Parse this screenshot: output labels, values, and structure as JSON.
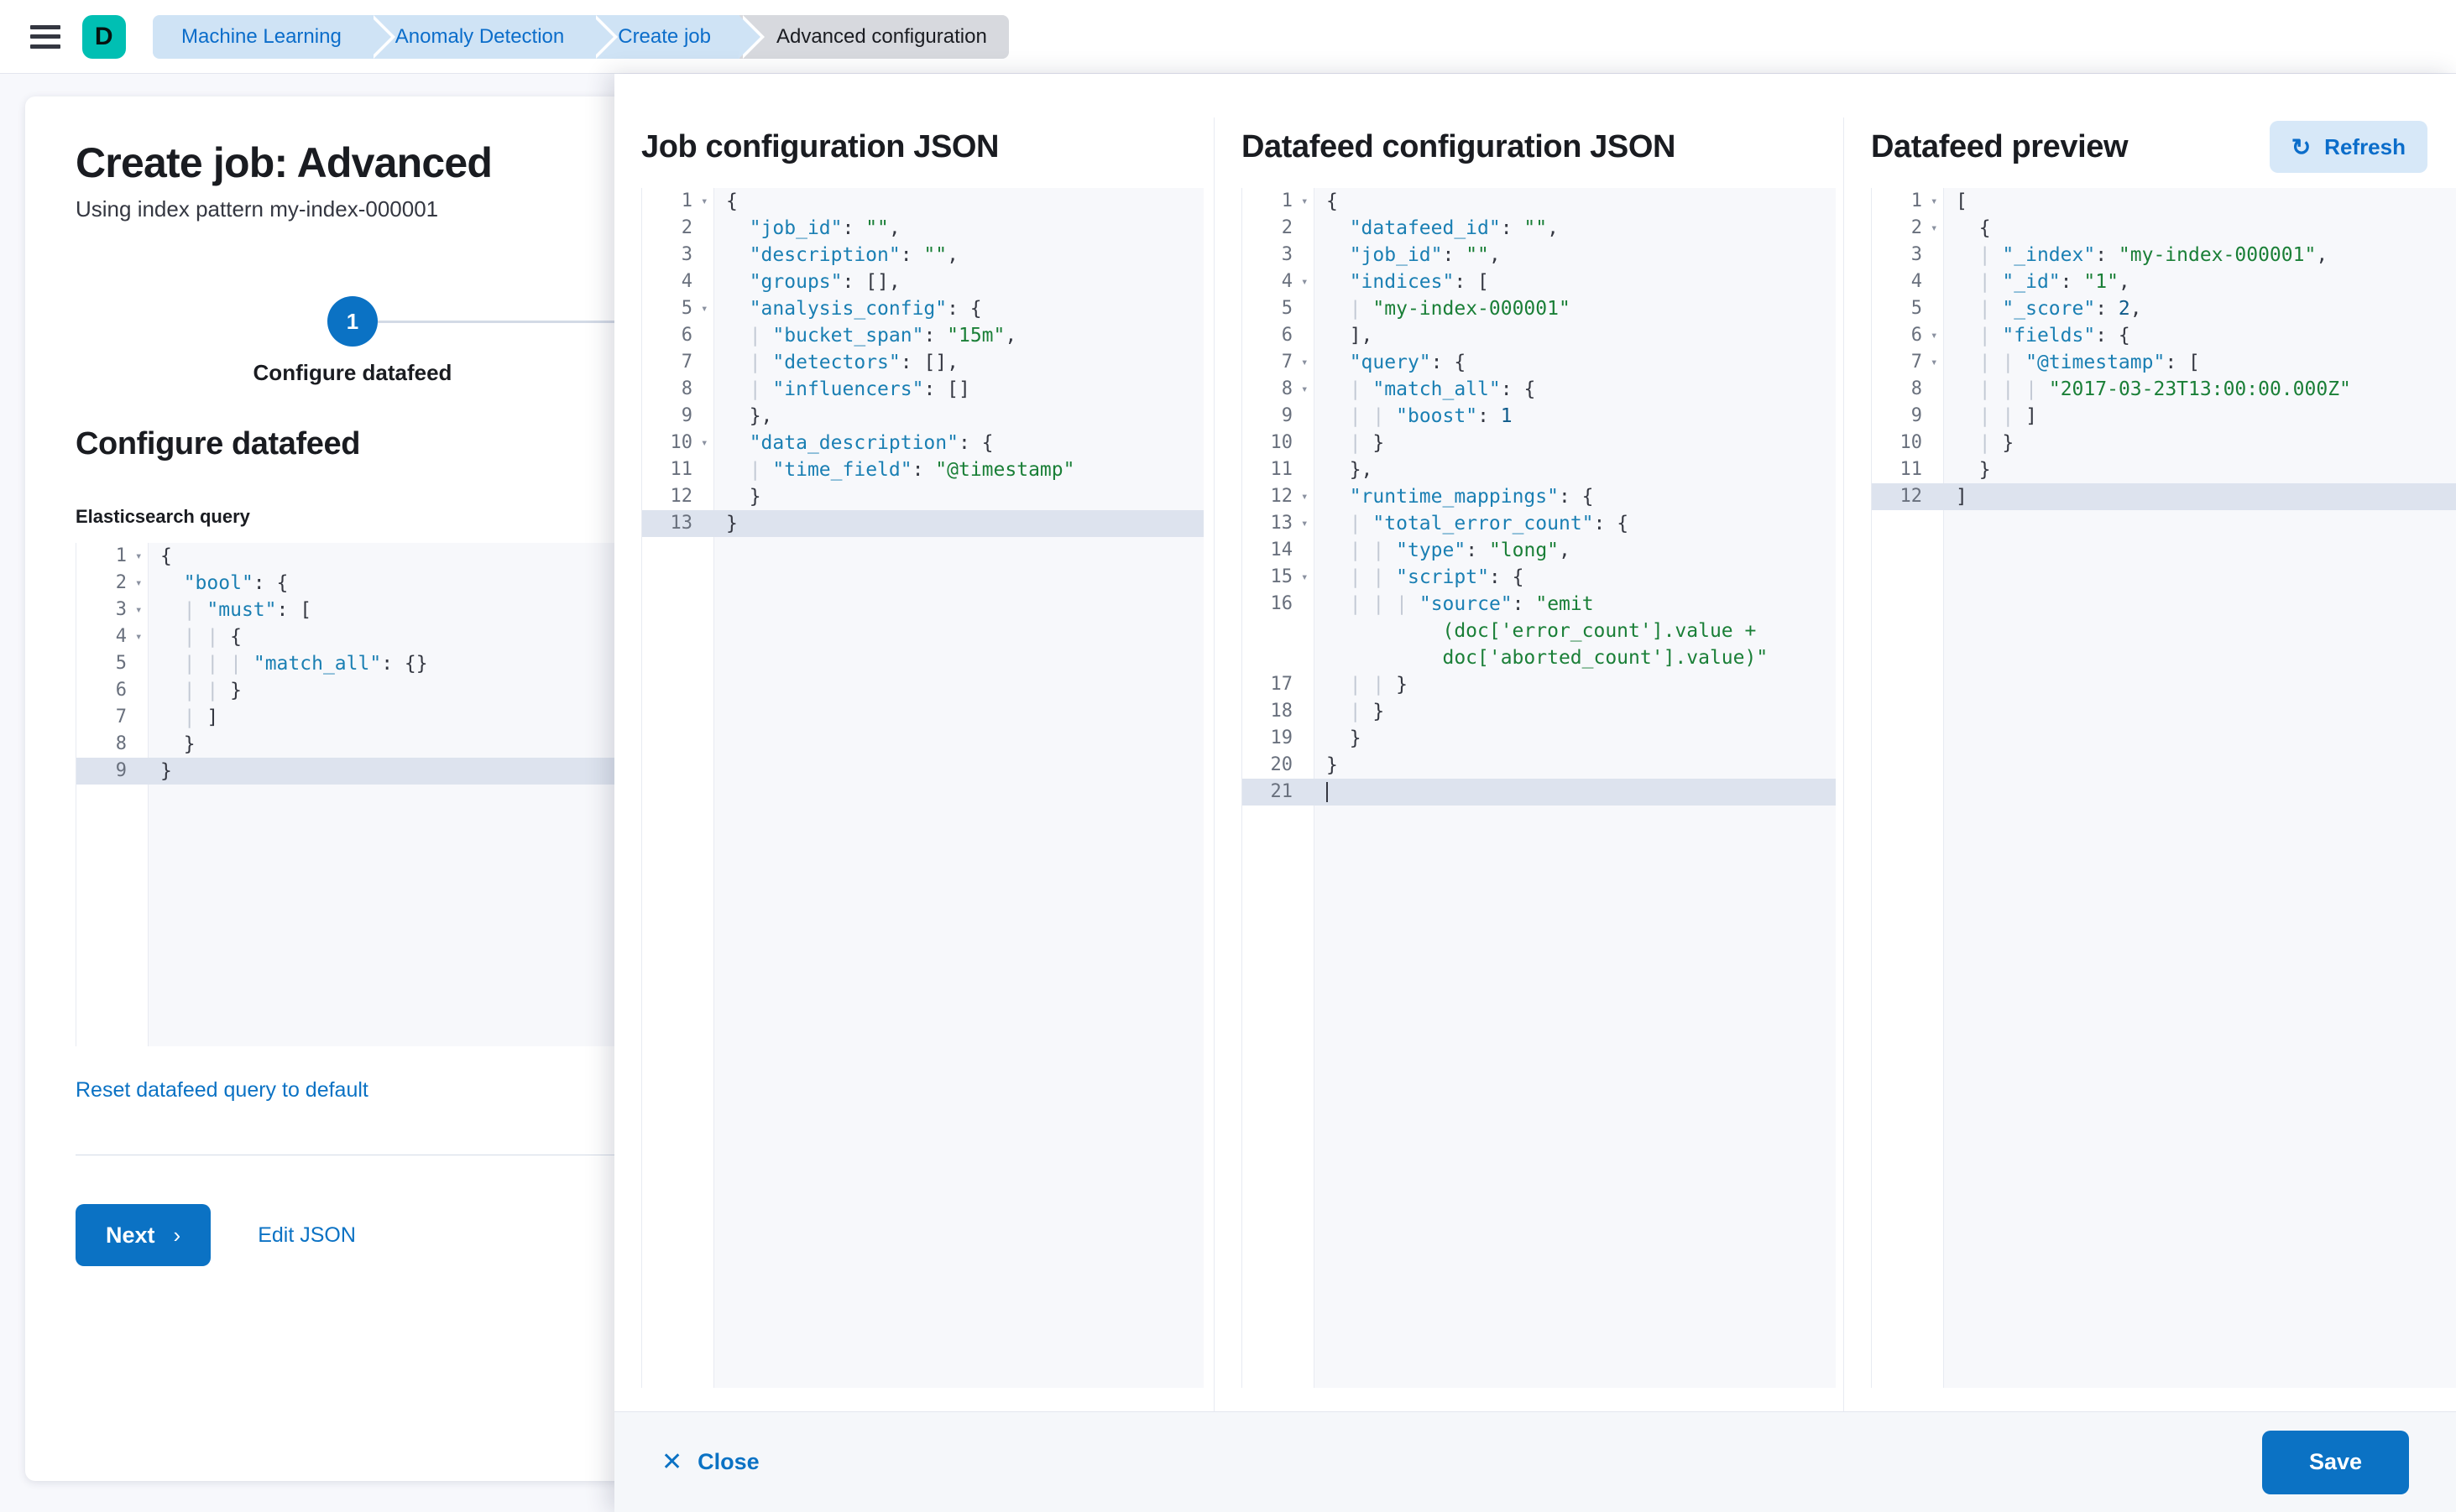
{
  "chrome": {
    "menu_icon": "hamburger-menu-icon",
    "logo_letter": "D",
    "breadcrumbs": [
      {
        "label": "Machine Learning",
        "current": false
      },
      {
        "label": "Anomaly Detection",
        "current": false
      },
      {
        "label": "Create job",
        "current": false
      },
      {
        "label": "Advanced configuration",
        "current": true
      }
    ]
  },
  "page": {
    "title": "Create job: Advanced",
    "subtitle": "Using index pattern my-index-000001",
    "step_number": "1",
    "step_label": "Configure datafeed",
    "section_heading": "Configure datafeed",
    "query_field_label": "Elasticsearch query",
    "reset_link": "Reset datafeed query to default",
    "next_button": "Next",
    "next_chevron": "›",
    "edit_json_link": "Edit JSON",
    "es_query_lines": [
      {
        "n": "1",
        "fold": true,
        "html": "<span class='p'>{</span>"
      },
      {
        "n": "2",
        "fold": true,
        "html": "  <span class='k'>\"bool\"</span><span class='p'>: {</span>"
      },
      {
        "n": "3",
        "fold": true,
        "html": "  <span class='guide'>|</span> <span class='k'>\"must\"</span><span class='p'>: [</span>"
      },
      {
        "n": "4",
        "fold": true,
        "html": "  <span class='guide'>|</span> <span class='guide'>|</span> <span class='p'>{</span>"
      },
      {
        "n": "5",
        "fold": false,
        "html": "  <span class='guide'>|</span> <span class='guide'>|</span> <span class='guide'>|</span> <span class='k'>\"match_all\"</span><span class='p'>: {}</span>"
      },
      {
        "n": "6",
        "fold": false,
        "html": "  <span class='guide'>|</span> <span class='guide'>|</span> <span class='p'>}</span>"
      },
      {
        "n": "7",
        "fold": false,
        "html": "  <span class='guide'>|</span> <span class='p'>]</span>"
      },
      {
        "n": "8",
        "fold": false,
        "html": "  <span class='p'>}</span>"
      },
      {
        "n": "9",
        "fold": false,
        "hl": true,
        "html": "<span class='p'>}</span>"
      }
    ]
  },
  "flyout": {
    "close_label": "Close",
    "save_label": "Save",
    "columns": [
      {
        "id": "job",
        "title": "Job configuration JSON",
        "lines": [
          {
            "n": "1",
            "fold": true,
            "html": "<span class='p'>{</span>"
          },
          {
            "n": "2",
            "fold": false,
            "html": "  <span class='k'>\"job_id\"</span><span class='p'>: </span><span class='s'>\"\"</span><span class='p'>,</span>"
          },
          {
            "n": "3",
            "fold": false,
            "html": "  <span class='k'>\"description\"</span><span class='p'>: </span><span class='s'>\"\"</span><span class='p'>,</span>"
          },
          {
            "n": "4",
            "fold": false,
            "html": "  <span class='k'>\"groups\"</span><span class='p'>: []</span><span class='p'>,</span>"
          },
          {
            "n": "5",
            "fold": true,
            "html": "  <span class='k'>\"analysis_config\"</span><span class='p'>: {</span>"
          },
          {
            "n": "6",
            "fold": false,
            "html": "  <span class='guide'>|</span> <span class='k'>\"bucket_span\"</span><span class='p'>: </span><span class='s'>\"15m\"</span><span class='p'>,</span>"
          },
          {
            "n": "7",
            "fold": false,
            "html": "  <span class='guide'>|</span> <span class='k'>\"detectors\"</span><span class='p'>: []</span><span class='p'>,</span>"
          },
          {
            "n": "8",
            "fold": false,
            "html": "  <span class='guide'>|</span> <span class='k'>\"influencers\"</span><span class='p'>: []</span>"
          },
          {
            "n": "9",
            "fold": false,
            "html": "  <span class='p'>},</span>"
          },
          {
            "n": "10",
            "fold": true,
            "html": "  <span class='k'>\"data_description\"</span><span class='p'>: {</span>"
          },
          {
            "n": "11",
            "fold": false,
            "html": "  <span class='guide'>|</span> <span class='k'>\"time_field\"</span><span class='p'>: </span><span class='s'>\"@timestamp\"</span>"
          },
          {
            "n": "12",
            "fold": false,
            "html": "  <span class='p'>}</span>"
          },
          {
            "n": "13",
            "fold": false,
            "hl": true,
            "html": "<span class='p'>}</span>"
          }
        ]
      },
      {
        "id": "datafeed",
        "title": "Datafeed configuration JSON",
        "lines": [
          {
            "n": "1",
            "fold": true,
            "html": "<span class='p'>{</span>"
          },
          {
            "n": "2",
            "fold": false,
            "html": "  <span class='k'>\"datafeed_id\"</span><span class='p'>: </span><span class='s'>\"\"</span><span class='p'>,</span>"
          },
          {
            "n": "3",
            "fold": false,
            "html": "  <span class='k'>\"job_id\"</span><span class='p'>: </span><span class='s'>\"\"</span><span class='p'>,</span>"
          },
          {
            "n": "4",
            "fold": true,
            "html": "  <span class='k'>\"indices\"</span><span class='p'>: [</span>"
          },
          {
            "n": "5",
            "fold": false,
            "html": "  <span class='guide'>|</span> <span class='s'>\"my-index-000001\"</span>"
          },
          {
            "n": "6",
            "fold": false,
            "html": "  <span class='p'>],</span>"
          },
          {
            "n": "7",
            "fold": true,
            "html": "  <span class='k'>\"query\"</span><span class='p'>: {</span>"
          },
          {
            "n": "8",
            "fold": true,
            "html": "  <span class='guide'>|</span> <span class='k'>\"match_all\"</span><span class='p'>: {</span>"
          },
          {
            "n": "9",
            "fold": false,
            "html": "  <span class='guide'>|</span> <span class='guide'>|</span> <span class='k'>\"boost\"</span><span class='p'>: </span><span class='n'>1</span>"
          },
          {
            "n": "10",
            "fold": false,
            "html": "  <span class='guide'>|</span> <span class='p'>}</span>"
          },
          {
            "n": "11",
            "fold": false,
            "html": "  <span class='p'>},</span>"
          },
          {
            "n": "12",
            "fold": true,
            "html": "  <span class='k'>\"runtime_mappings\"</span><span class='p'>: {</span>"
          },
          {
            "n": "13",
            "fold": true,
            "html": "  <span class='guide'>|</span> <span class='k'>\"total_error_count\"</span><span class='p'>: {</span>"
          },
          {
            "n": "14",
            "fold": false,
            "html": "  <span class='guide'>|</span> <span class='guide'>|</span> <span class='k'>\"type\"</span><span class='p'>: </span><span class='s'>\"long\"</span><span class='p'>,</span>"
          },
          {
            "n": "15",
            "fold": true,
            "html": "  <span class='guide'>|</span> <span class='guide'>|</span> <span class='k'>\"script\"</span><span class='p'>: {</span>"
          },
          {
            "n": "16",
            "fold": false,
            "tall": true,
            "html": "  <span class='guide'>|</span> <span class='guide'>|</span> <span class='guide'>|</span> <span class='k'>\"source\"</span><span class='p'>: </span><span class='s'>\"emit\n          (doc['error_count'].value +\n          doc['aborted_count'].value)\"</span>"
          },
          {
            "n": "17",
            "fold": false,
            "html": "  <span class='guide'>|</span> <span class='guide'>|</span> <span class='p'>}</span>"
          },
          {
            "n": "18",
            "fold": false,
            "html": "  <span class='guide'>|</span> <span class='p'>}</span>"
          },
          {
            "n": "19",
            "fold": false,
            "html": "  <span class='p'>}</span>"
          },
          {
            "n": "20",
            "fold": false,
            "html": "<span class='p'>}</span>"
          },
          {
            "n": "21",
            "fold": false,
            "hl": true,
            "caret": true,
            "html": ""
          }
        ]
      },
      {
        "id": "preview",
        "title": "Datafeed preview",
        "refresh_label": "Refresh",
        "refresh_icon": "refresh-icon",
        "lines": [
          {
            "n": "1",
            "fold": true,
            "html": "<span class='p'>[</span>"
          },
          {
            "n": "2",
            "fold": true,
            "html": "  <span class='p'>{</span>"
          },
          {
            "n": "3",
            "fold": false,
            "html": "  <span class='guide'>|</span> <span class='k'>\"_index\"</span><span class='p'>: </span><span class='s'>\"my-index-000001\"</span><span class='p'>,</span>"
          },
          {
            "n": "4",
            "fold": false,
            "html": "  <span class='guide'>|</span> <span class='k'>\"_id\"</span><span class='p'>: </span><span class='s'>\"1\"</span><span class='p'>,</span>"
          },
          {
            "n": "5",
            "fold": false,
            "html": "  <span class='guide'>|</span> <span class='k'>\"_score\"</span><span class='p'>: </span><span class='n'>2</span><span class='p'>,</span>"
          },
          {
            "n": "6",
            "fold": true,
            "html": "  <span class='guide'>|</span> <span class='k'>\"fields\"</span><span class='p'>: {</span>"
          },
          {
            "n": "7",
            "fold": true,
            "html": "  <span class='guide'>|</span> <span class='guide'>|</span> <span class='k'>\"@timestamp\"</span><span class='p'>: [</span>"
          },
          {
            "n": "8",
            "fold": false,
            "html": "  <span class='guide'>|</span> <span class='guide'>|</span> <span class='guide'>|</span> <span class='s'>\"2017-03-23T13:00:00.000Z\"</span>"
          },
          {
            "n": "9",
            "fold": false,
            "html": "  <span class='guide'>|</span> <span class='guide'>|</span> <span class='p'>]</span>"
          },
          {
            "n": "10",
            "fold": false,
            "html": "  <span class='guide'>|</span> <span class='p'>}</span>"
          },
          {
            "n": "11",
            "fold": false,
            "html": "  <span class='p'>}</span>"
          },
          {
            "n": "12",
            "fold": false,
            "hl": true,
            "html": "<span class='p'>]</span>"
          }
        ]
      }
    ]
  },
  "colors": {
    "accent": "#0b72c4",
    "brand": "#00bfb3",
    "crumb_bg": "#cfe3f5",
    "crumb_current_bg": "#d7d9de"
  }
}
